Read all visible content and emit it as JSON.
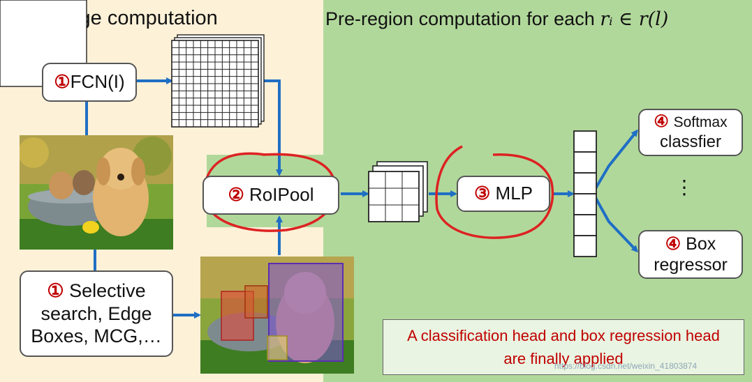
{
  "titles": {
    "left": "Pre-image computation",
    "right_prefix": "Pre-region computation for each ",
    "right_math": "rᵢ ∈ r(l)"
  },
  "steps": {
    "fcn": {
      "num": "①",
      "label": "FCN(I)"
    },
    "selective": {
      "num": "①",
      "line1": "Selective",
      "line2": "search, Edge",
      "line3": "Boxes, MCG,…"
    },
    "roipool": {
      "num": "②",
      "label": "RoIPool"
    },
    "mlp": {
      "num": "③",
      "label": "MLP"
    },
    "softmax": {
      "num": "④",
      "line1": "Softmax",
      "line2": "classfier"
    },
    "box": {
      "num": "④",
      "line1": "Box",
      "line2": "regressor"
    },
    "ellipsis": "⋮"
  },
  "note": {
    "line1": "A classification head and box regression head",
    "line2": "are finally applied"
  },
  "watermark": "https://blog.csdn.net/weixin_41803874",
  "colors": {
    "left_panel": "#fdf1d8",
    "right_panel": "#b1d89b",
    "arrow": "#1f6fc5",
    "highlight": "#c00000"
  }
}
